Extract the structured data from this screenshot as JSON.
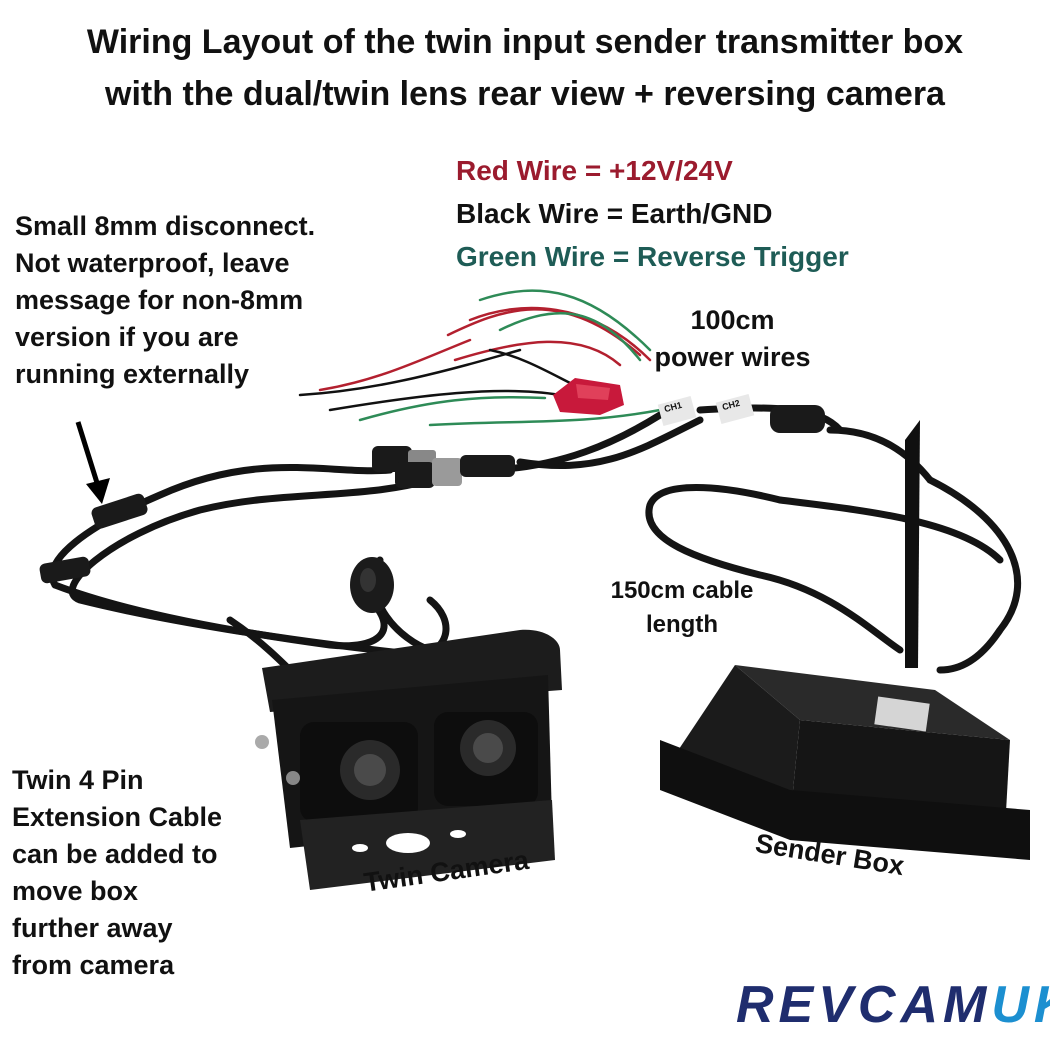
{
  "title": {
    "line1": "Wiring Layout of the twin input sender transmitter box",
    "line2": "with the dual/twin lens rear view + reversing camera"
  },
  "legend": {
    "red": "Red Wire = +12V/24V",
    "black": "Black Wire = Earth/GND",
    "green": "Green Wire = Reverse Trigger"
  },
  "labels": {
    "disconnect": [
      "Small 8mm disconnect.",
      "Not waterproof, leave",
      "message for non-8mm",
      "version if you are",
      "running externally"
    ],
    "power_wires": [
      "100cm",
      "power wires"
    ],
    "cable_length": [
      "150cm cable",
      "length"
    ],
    "extension": [
      "Twin 4 Pin",
      "Extension Cable",
      "can be added to",
      "move box",
      "further away",
      "from camera"
    ],
    "twin_camera": "Twin Camera",
    "sender_box": "Sender Box"
  },
  "connector_tags": [
    "CH1",
    "CH2"
  ],
  "logo": {
    "part1": "REVCAM",
    "part2": "UK"
  },
  "colors": {
    "red": "#9b1b2e",
    "black": "#111111",
    "green": "#1e5c56",
    "logo_blue": "#1f2d6e",
    "logo_cyan": "#1c8fd0"
  }
}
